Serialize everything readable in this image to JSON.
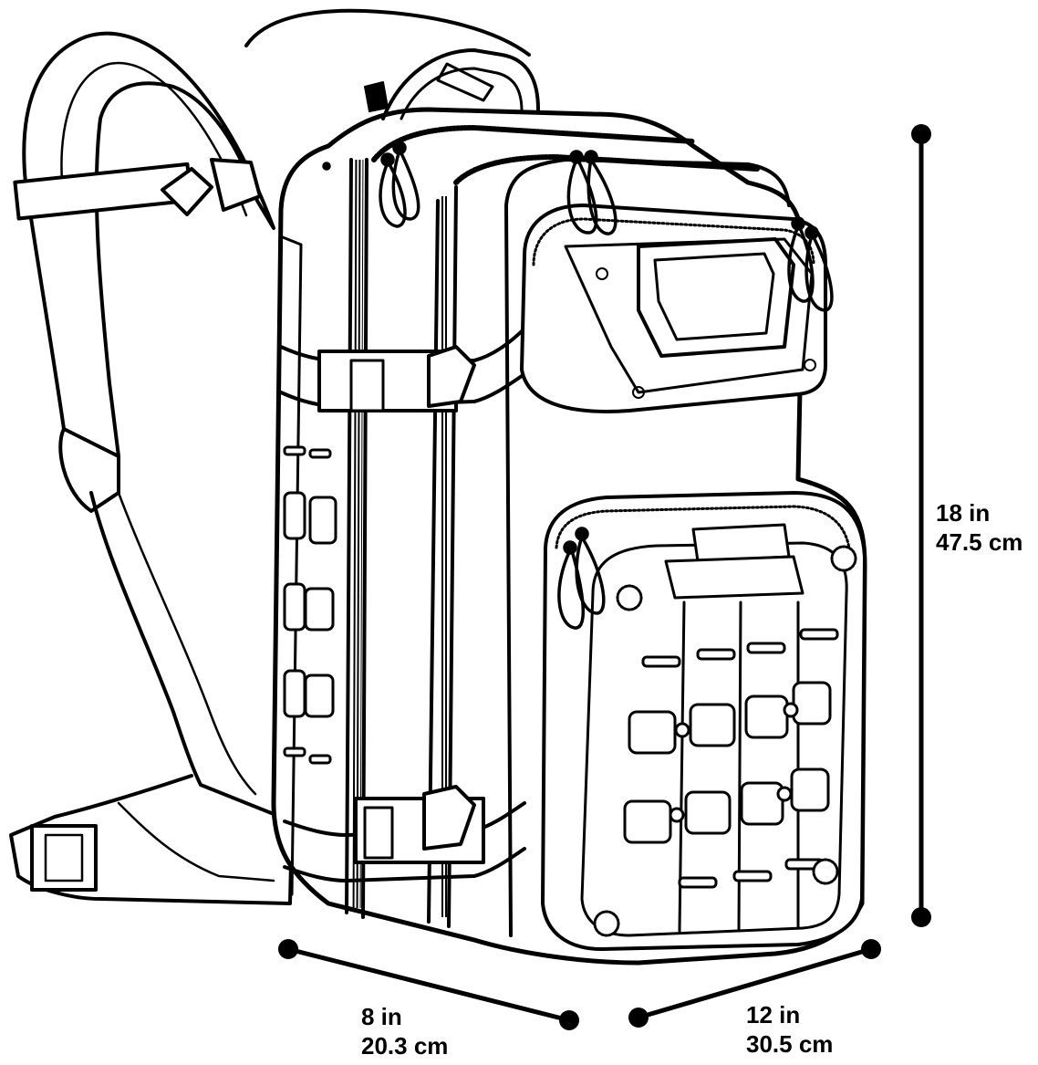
{
  "dimensions": {
    "height": {
      "imperial": "18 in",
      "metric": "47.5 cm"
    },
    "depth": {
      "imperial": "8 in",
      "metric": "20.3 cm"
    },
    "width": {
      "imperial": "12 in",
      "metric": "30.5 cm"
    }
  },
  "colors": {
    "line": "#000000",
    "background": "#ffffff",
    "panel": "#f2f2f2"
  }
}
